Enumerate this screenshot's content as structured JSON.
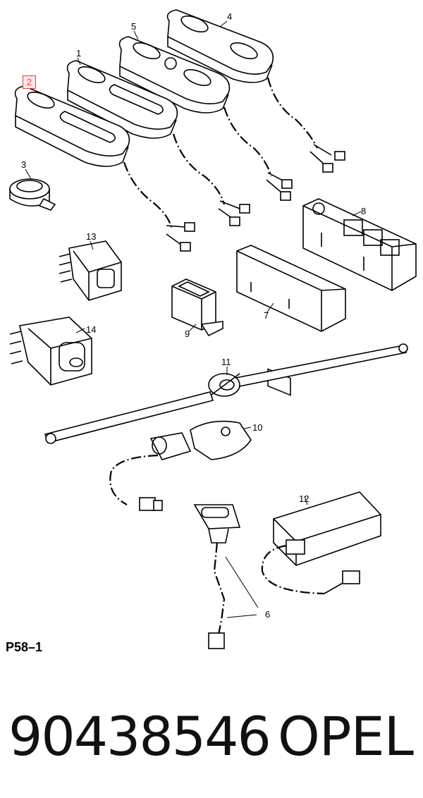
{
  "diagram": {
    "figure_code": "P58–1",
    "highlighted_callout": "2",
    "callouts": {
      "c1": "1",
      "c2": "2",
      "c3": "3",
      "c4": "4",
      "c5": "5",
      "c6": "6",
      "c7": "7",
      "c8": "8",
      "c9": "9",
      "c10": "10",
      "c11": "11",
      "c12": "12",
      "c13": "13",
      "c14": "14"
    }
  },
  "footer": {
    "part_number": "90438546",
    "brand": "OPEL"
  },
  "colors": {
    "highlight_border": "#e0483e",
    "highlight_fill": "#fce4e4",
    "line": "#000000"
  }
}
